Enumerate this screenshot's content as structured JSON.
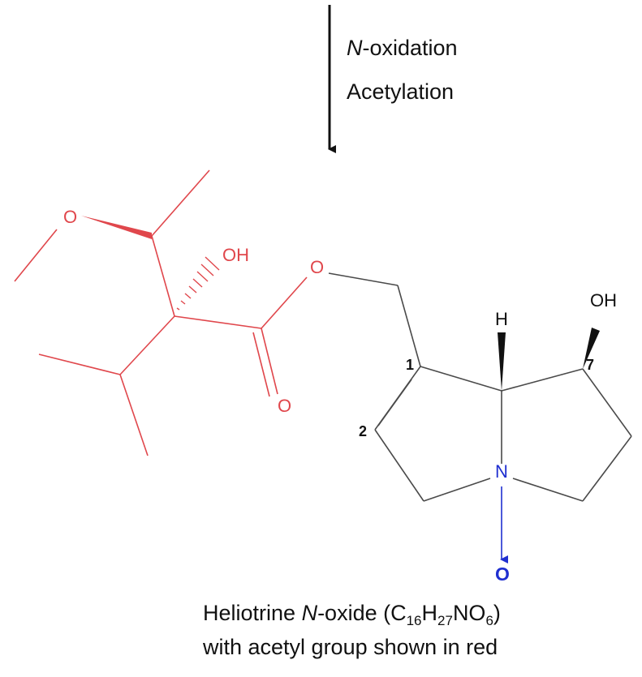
{
  "reaction": {
    "steps": [
      {
        "prefix": "N",
        "rest": "-oxidation"
      },
      {
        "prefix": "",
        "rest": "Acetylation"
      }
    ]
  },
  "molecule": {
    "atoms": {
      "o_methoxy": "O",
      "oh_side": "OH",
      "o_ester": "O",
      "o_carbonyl": "O",
      "h_bridge": "H",
      "oh_ring": "OH",
      "n_ring": "N",
      "o_noxide": "O"
    },
    "locants": {
      "c1": "1",
      "c2": "2",
      "c7": "7"
    },
    "colors": {
      "acetyl": "#e0474c",
      "core": "#4a4a4a",
      "nitrogen": "#1f2fd0",
      "text": "#111111"
    }
  },
  "caption": {
    "line1_start": "Heliotrine ",
    "line1_italic": "N",
    "line1_mid": "-oxide (C",
    "sub1": "16",
    "h": "H",
    "sub2": "27",
    "no": "NO",
    "sub3": "6",
    "close": ")",
    "line2": "with acetyl group shown in red"
  }
}
